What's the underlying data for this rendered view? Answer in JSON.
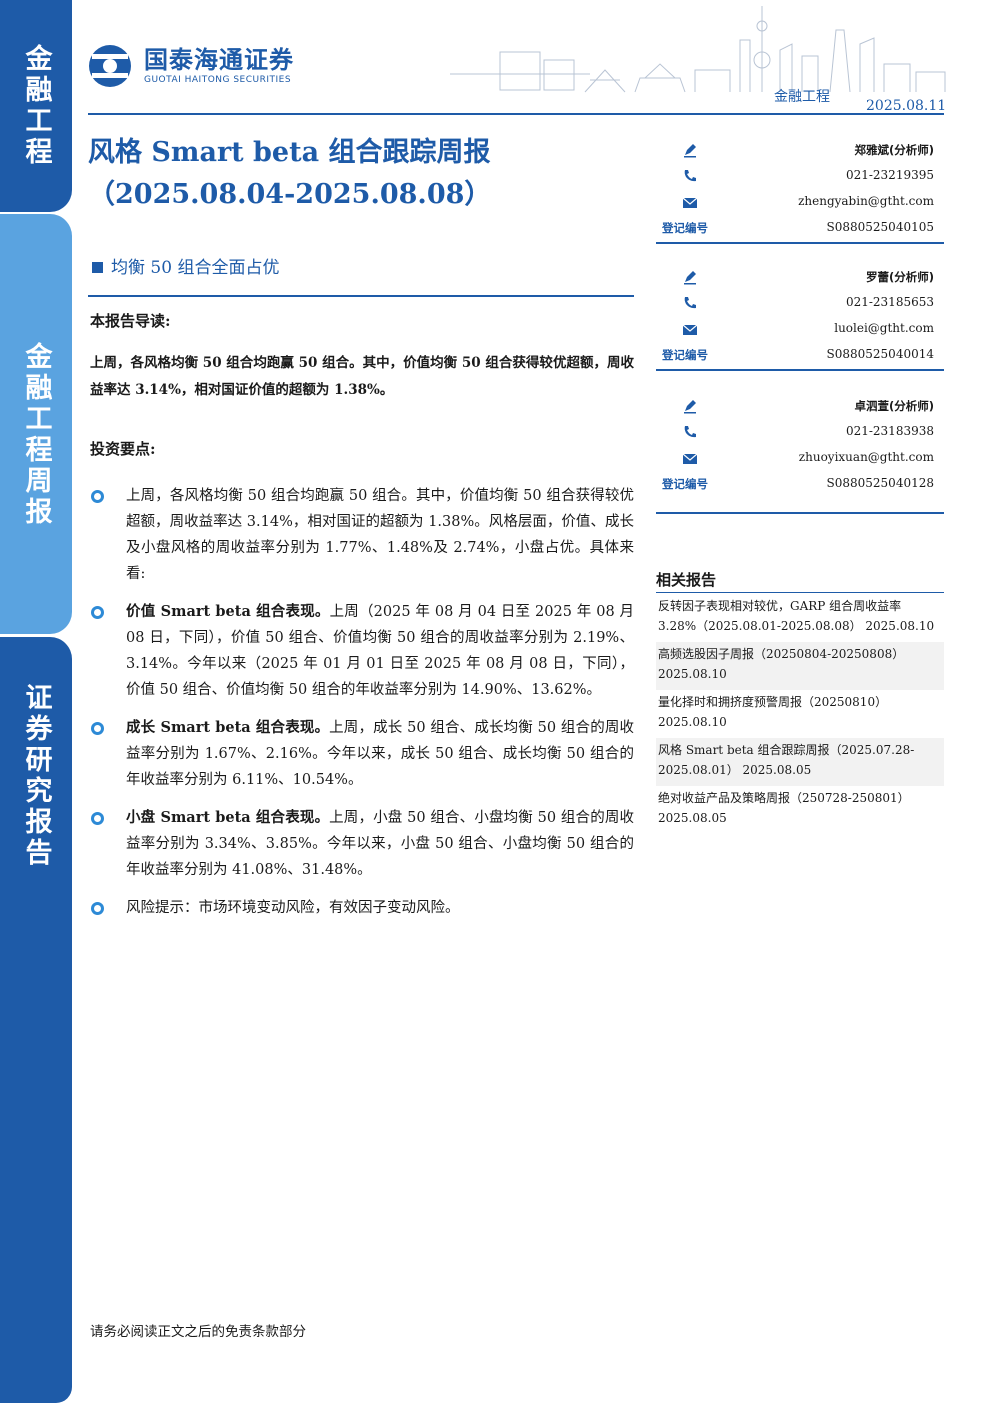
{
  "sidebar": [
    {
      "text": "金融工程"
    },
    {
      "text": "金融工程周报"
    },
    {
      "text": "证券研究报告"
    }
  ],
  "header": {
    "brand_cn": "国泰海通证券",
    "brand_en": "GUOTAI HAITONG SECURITIES",
    "section": "金融工程",
    "date": "2025.08.11"
  },
  "report": {
    "title_line1": "风格 Smart beta 组合跟踪周报",
    "title_line2": "（2025.08.04-2025.08.08）",
    "subtitle": "均衡 50 组合全面占优",
    "intro_heading": "本报告导读:",
    "intro_text": "上周，各风格均衡 50 组合均跑赢 50 组合。其中，价值均衡 50 组合获得较优超额，周收益率达 3.14%，相对国证价值的超额为 1.38%。",
    "invest_heading": "投资要点:",
    "bullets": [
      {
        "lead": "",
        "text": "上周，各风格均衡 50 组合均跑赢 50 组合。其中，价值均衡 50 组合获得较优超额，周收益率达 3.14%，相对国证的超额为 1.38%。风格层面，价值、成长及小盘风格的周收益率分别为 1.77%、1.48%及 2.74%，小盘占优。具体来看:"
      },
      {
        "lead": "价值 Smart beta 组合表现。",
        "text": "上周（2025 年 08 月 04 日至 2025 年 08 月 08 日，下同），价值 50 组合、价值均衡 50 组合的周收益率分别为 2.19%、3.14%。今年以来（2025 年 01 月 01 日至 2025 年 08 月 08 日，下同），价值 50 组合、价值均衡 50 组合的年收益率分别为 14.90%、13.62%。"
      },
      {
        "lead": "成长 Smart beta 组合表现。",
        "text": "上周，成长 50 组合、成长均衡 50 组合的周收益率分别为 1.67%、2.16%。今年以来，成长 50 组合、成长均衡 50 组合的年收益率分别为 6.11%、10.54%。"
      },
      {
        "lead": "小盘 Smart beta 组合表现。",
        "text": "上周，小盘 50 组合、小盘均衡 50 组合的周收益率分别为 3.34%、3.85%。今年以来，小盘 50 组合、小盘均衡 50 组合的年收益率分别为 41.08%、31.48%。"
      },
      {
        "lead": "",
        "text": "风险提示：市场环境变动风险，有效因子变动风险。"
      }
    ]
  },
  "analysts": [
    {
      "name": "郑雅斌(分析师)",
      "phone": "021-23219395",
      "email": "zhengyabin@gtht.com",
      "reg_label": "登记编号",
      "reg": "S0880525040105"
    },
    {
      "name": "罗蕾(分析师)",
      "phone": "021-23185653",
      "email": "luolei@gtht.com",
      "reg_label": "登记编号",
      "reg": "S0880525040014"
    },
    {
      "name": "卓泗萱(分析师)",
      "phone": "021-23183938",
      "email": "zhuoyixuan@gtht.com",
      "reg_label": "登记编号",
      "reg": "S0880525040128"
    }
  ],
  "related": {
    "heading": "相关报告",
    "items": [
      "反转因子表现相对较优，GARP 组合周收益率 3.28%（2025.08.01-2025.08.08） 2025.08.10",
      "高频选股因子周报（20250804-20250808） 2025.08.10",
      "量化择时和拥挤度预警周报（20250810） 2025.08.10",
      "风格 Smart beta 组合跟踪周报（2025.07.28-2025.08.01） 2025.08.05",
      "绝对收益产品及策略周报（250728-250801） 2025.08.05"
    ]
  },
  "footer": {
    "disclaimer": "请务必阅读正文之后的免责条款部分"
  },
  "colors": {
    "brand": "#1e5ba8",
    "brand_light": "#5aa3e0",
    "bullet": "#2d8ad6"
  }
}
